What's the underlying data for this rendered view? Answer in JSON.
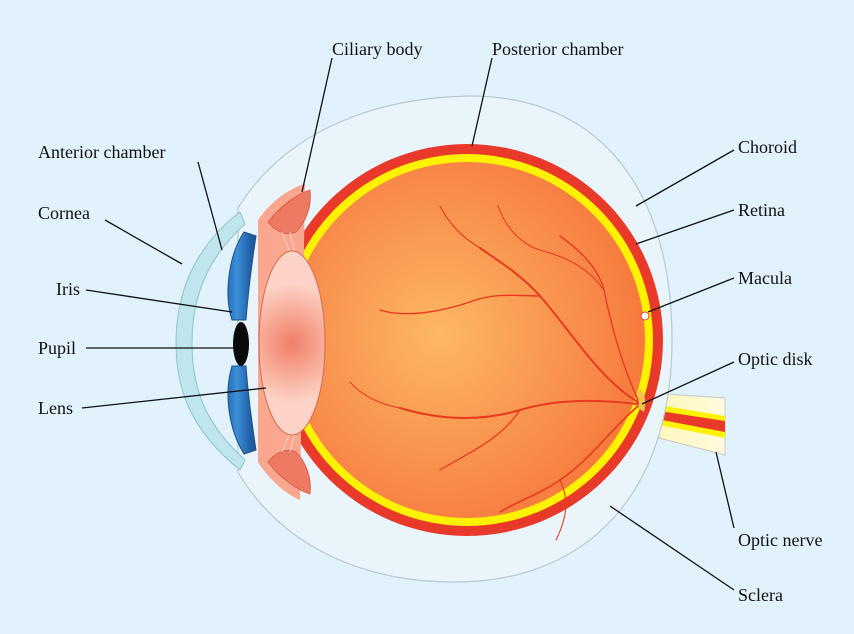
{
  "colors": {
    "background": "#e1f2fc",
    "sclera": "#e9f5fb",
    "choroid": "#e8392a",
    "retina": "#fff200",
    "vitreous_center": "#fcb862",
    "vitreous_edge": "#f36a2c",
    "cornea": "#bfe6ec",
    "iris": "#2c7cc6",
    "lens": "#f9b3a4",
    "vessel": "#e83b1e",
    "optic_nerve": "#fff6b0"
  },
  "labels": {
    "ciliary_body": "Ciliary body",
    "posterior_chamber": "Posterior chamber",
    "anterior_chamber": "Anterior chamber",
    "cornea": "Cornea",
    "iris": "Iris",
    "pupil": "Pupil",
    "lens": "Lens",
    "choroid": "Choroid",
    "retina": "Retina",
    "macula": "Macula",
    "optic_disk": "Optic disk",
    "optic_nerve": "Optic nerve",
    "sclera": "Sclera"
  }
}
